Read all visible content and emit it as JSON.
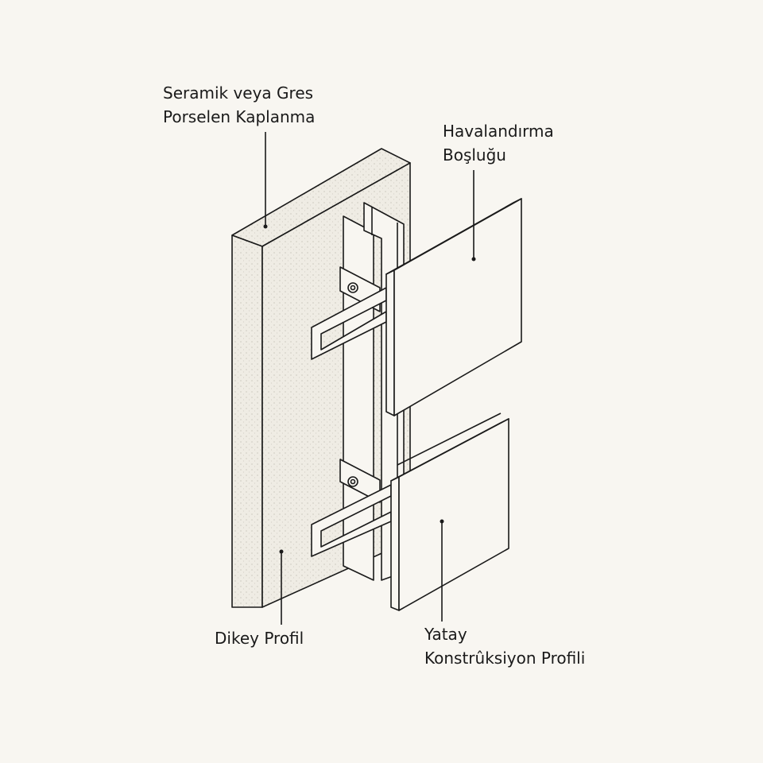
{
  "labels": {
    "cladding": {
      "line1": "Seramik veya Gres",
      "line2": "Porselen Kaplanma"
    },
    "ventilation": {
      "line1": "Havalandırma",
      "line2": "Boşluğu"
    },
    "vertical": {
      "line1": "Dikey Profil"
    },
    "horizontal": {
      "line1": "Yatay",
      "line2": "Konstrûksiyon Profili"
    }
  },
  "colors": {
    "background": "#f8f6f1",
    "stroke": "#1a1a1a",
    "wall": "#efece4"
  }
}
